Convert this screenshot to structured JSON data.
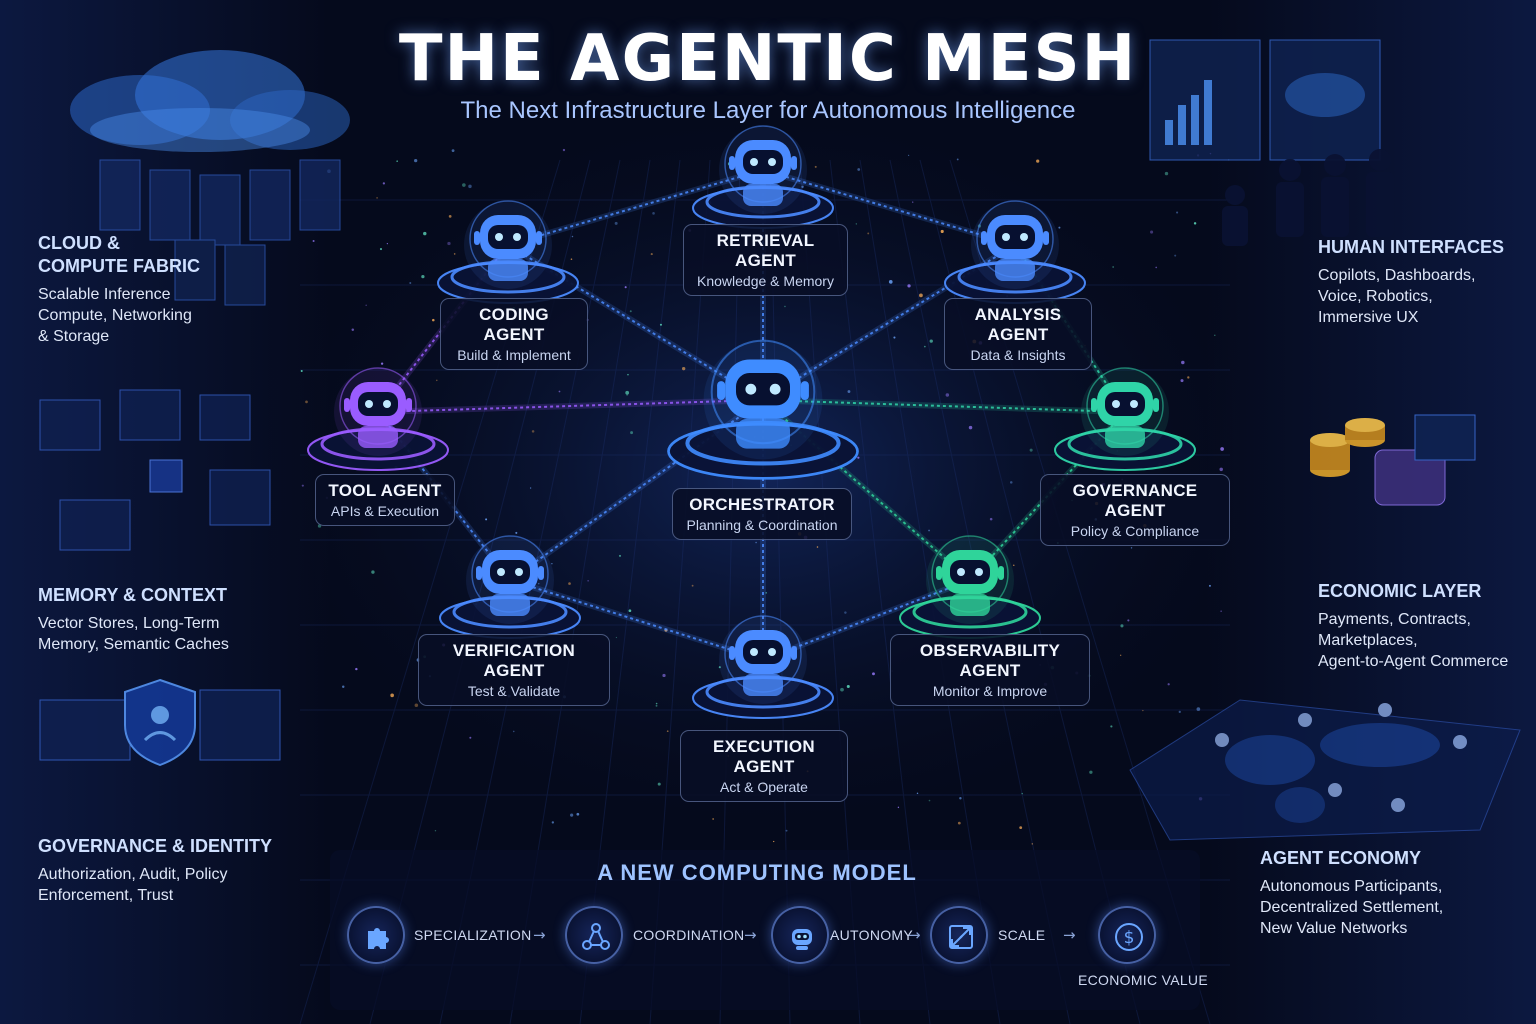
{
  "header": {
    "title": "THE AGENTIC MESH",
    "subtitle": "The Next Infrastructure Layer for Autonomous Intelligence"
  },
  "agents": [
    {
      "id": "orchestrator",
      "name": "ORCHESTRATOR",
      "desc": "Planning & Coordination",
      "color": "#3f8cff"
    },
    {
      "id": "retrieval",
      "name": "RETRIEVAL AGENT",
      "desc": "Knowledge & Memory",
      "color": "#4b8bff"
    },
    {
      "id": "coding",
      "name": "CODING AGENT",
      "desc": "Build & Implement",
      "color": "#4b8bff"
    },
    {
      "id": "analysis",
      "name": "ANALYSIS AGENT",
      "desc": "Data & Insights",
      "color": "#4b8bff"
    },
    {
      "id": "tool",
      "name": "TOOL AGENT",
      "desc": "APIs & Execution",
      "color": "#9a5cff"
    },
    {
      "id": "governance",
      "name": "GOVERNANCE AGENT",
      "desc": "Policy & Compliance",
      "color": "#2fd4a8"
    },
    {
      "id": "verification",
      "name": "VERIFICATION AGENT",
      "desc": "Test & Validate",
      "color": "#4b8bff"
    },
    {
      "id": "observability",
      "name": "OBSERVABILITY AGENT",
      "desc": "Monitor & Improve",
      "color": "#2fd49a"
    },
    {
      "id": "execution",
      "name": "EXECUTION AGENT",
      "desc": "Act & Operate",
      "color": "#4b8bff"
    }
  ],
  "left_panels": [
    {
      "title_lines": [
        "CLOUD &",
        "COMPUTE FABRIC"
      ],
      "desc_lines": [
        "Scalable Inference",
        "Compute, Networking",
        "& Storage"
      ]
    },
    {
      "title_lines": [
        "MEMORY & CONTEXT"
      ],
      "desc_lines": [
        "Vector Stores, Long-Term",
        "Memory, Semantic Caches"
      ]
    },
    {
      "title_lines": [
        "GOVERNANCE & IDENTITY"
      ],
      "desc_lines": [
        "Authorization, Audit, Policy",
        "Enforcement, Trust"
      ]
    }
  ],
  "right_panels": [
    {
      "title_lines": [
        "HUMAN INTERFACES"
      ],
      "desc_lines": [
        "Copilots, Dashboards,",
        "Voice, Robotics,",
        "Immersive UX"
      ]
    },
    {
      "title_lines": [
        "ECONOMIC LAYER"
      ],
      "desc_lines": [
        "Payments, Contracts,",
        "Marketplaces,",
        "Agent-to-Agent Commerce"
      ]
    },
    {
      "title_lines": [
        "AGENT ECONOMY"
      ],
      "desc_lines": [
        "Autonomous Participants,",
        "Decentralized Settlement,",
        "New Value Networks"
      ]
    }
  ],
  "flow": {
    "title": "A NEW COMPUTING MODEL",
    "steps": [
      {
        "label": "SPECIALIZATION",
        "icon": "puzzle-icon"
      },
      {
        "label": "COORDINATION",
        "icon": "network-icon"
      },
      {
        "label": "AUTONOMY",
        "icon": "robot-icon"
      },
      {
        "label": "SCALE",
        "icon": "expand-icon"
      },
      {
        "label": "ECONOMIC VALUE",
        "icon": "dollar-icon"
      }
    ],
    "arrow": "→"
  }
}
